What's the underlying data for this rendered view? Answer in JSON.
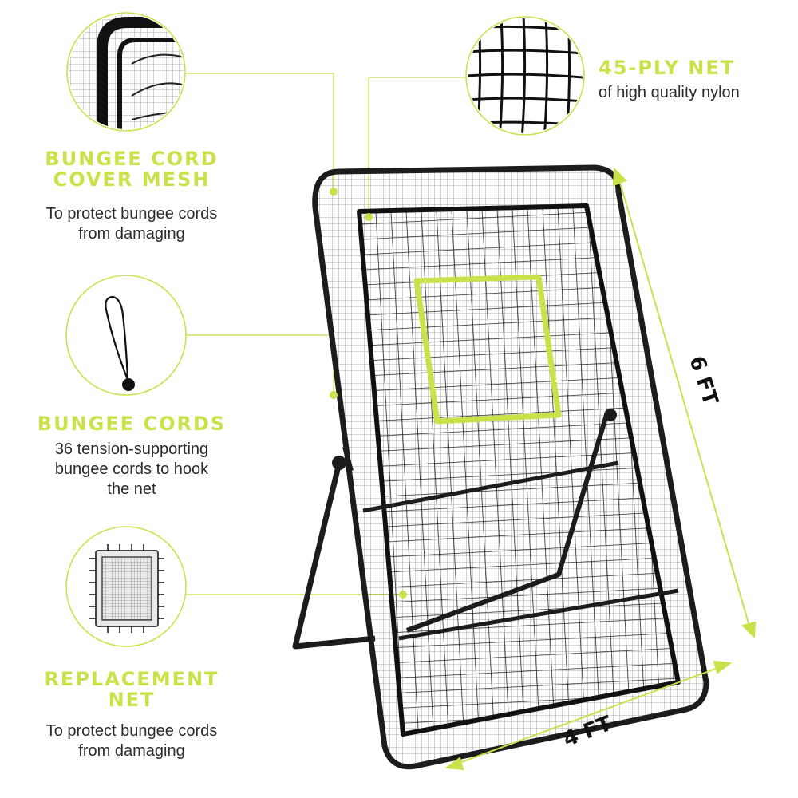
{
  "features": {
    "cover_mesh": {
      "title_line1": "BUNGEE CORD",
      "title_line2": "COVER MESH",
      "desc_line1": "To protect bungee cords",
      "desc_line2": "from damaging"
    },
    "bungee_cords": {
      "title": "BUNGEE CORDS",
      "desc_line1": "36 tension-supporting",
      "desc_line2": "bungee cords to hook",
      "desc_line3": "the net"
    },
    "replacement_net": {
      "title_line1": "REPLACEMENT",
      "title_line2": "NET",
      "desc_line1": "To protect bungee cords",
      "desc_line2": "from damaging"
    },
    "ply_net": {
      "title": "45-PLY NET",
      "desc": "of high quality nylon"
    }
  },
  "dimensions": {
    "height": "6 FT",
    "width": "4 FT"
  },
  "colors": {
    "accent": "#cbe14a",
    "frame": "#1c1c1c",
    "text": "#2b2b2b"
  }
}
